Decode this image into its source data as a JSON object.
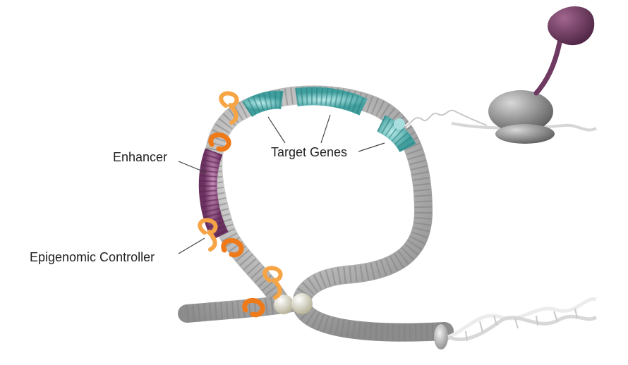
{
  "labels": {
    "enhancer": "Enhancer",
    "target_genes": "Target Genes",
    "epigenomic_controller": "Epigenomic Controller"
  },
  "colors": {
    "chromatin": "#b9b9b9",
    "chromatin_dark": "#8f8f8f",
    "target_genes": "#6cc5c4",
    "enhancer": "#8a4a7d",
    "controller": "#f7a445",
    "controller_dark": "#ef7a1a",
    "polymerase": "#8a8a8a",
    "protein_blob": "#6e3a62",
    "cohesin": "#d9d7c4",
    "dna": "#e6e6e6"
  }
}
